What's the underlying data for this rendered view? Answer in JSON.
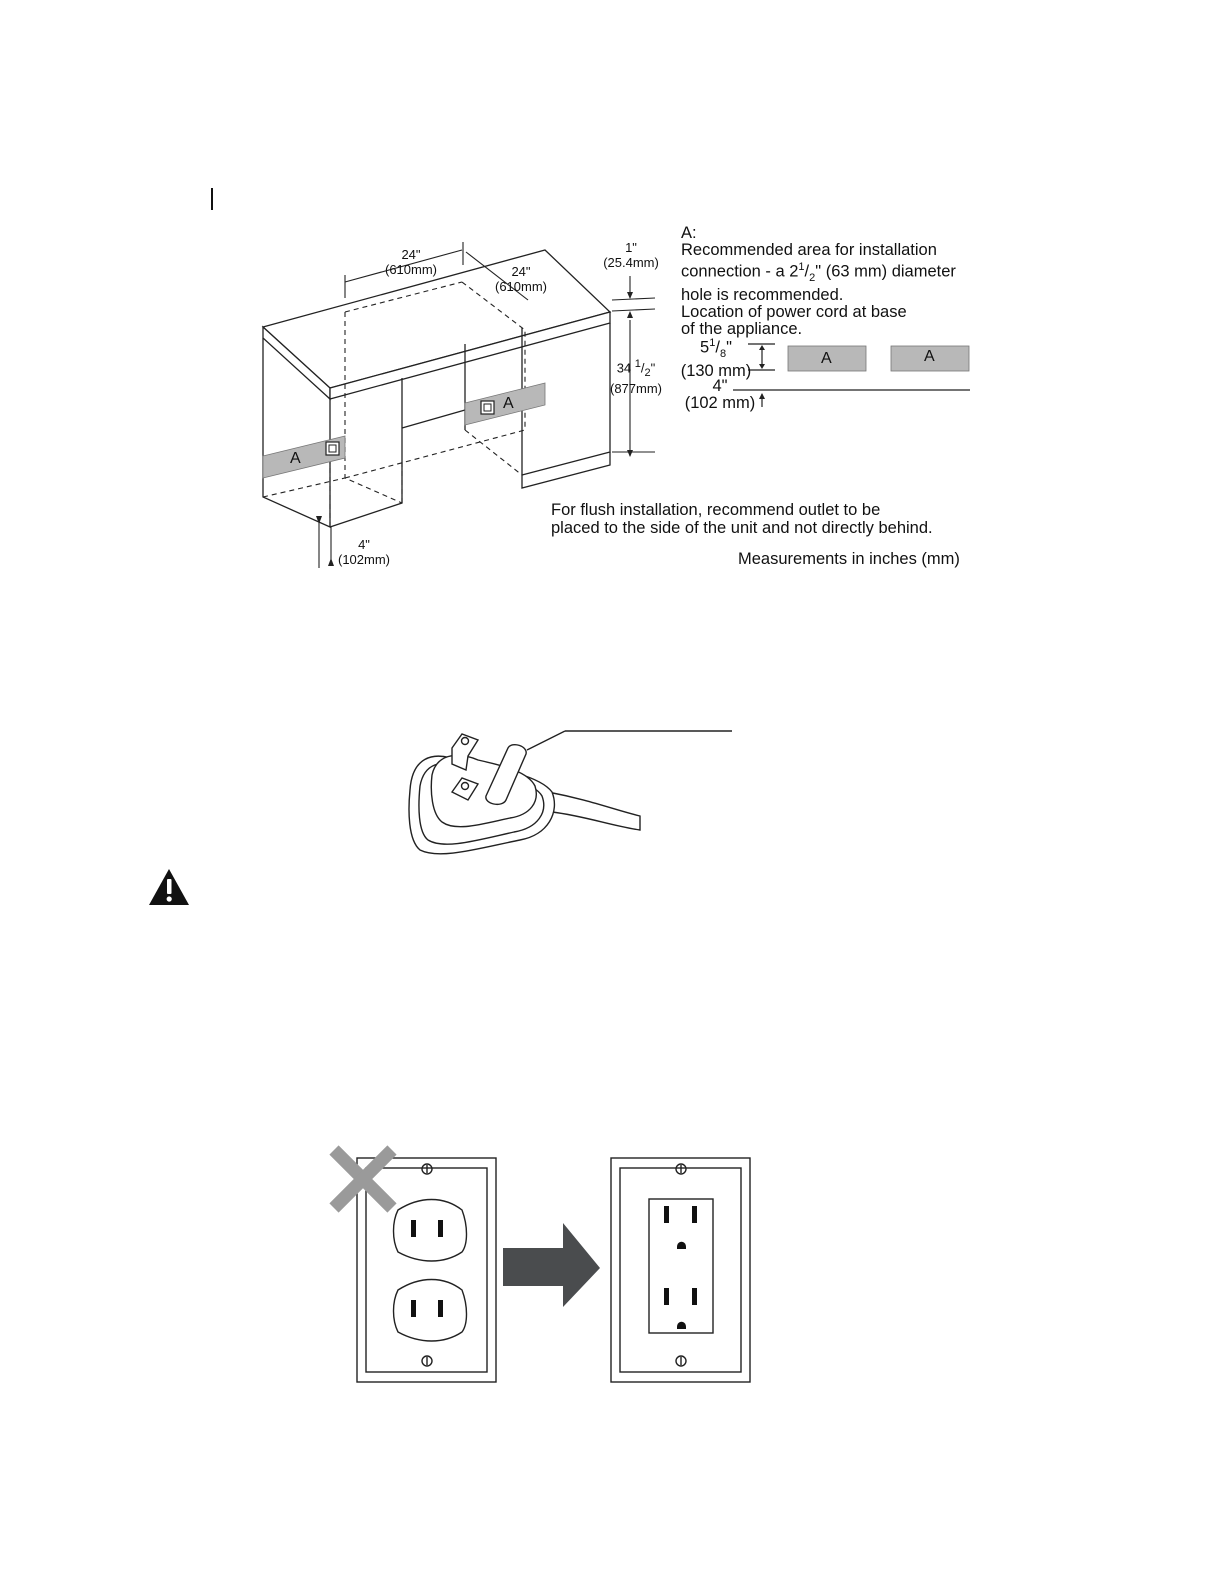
{
  "cabinet_diagram": {
    "dim_width": {
      "inch": "24\"",
      "mm": "(610mm)"
    },
    "dim_depth": {
      "inch": "24\"",
      "mm": "(610mm)"
    },
    "dim_top": {
      "inch": "1\"",
      "mm": "(25.4mm)"
    },
    "dim_height": {
      "inch_whole": "34 ",
      "inch_num": "1",
      "inch_den": "2",
      "inch_mark": "\"",
      "mm": "(877mm)"
    },
    "dim_base": {
      "inch": "4\"",
      "mm": "(102mm)"
    },
    "area_label": "A"
  },
  "legend": {
    "heading": "A:",
    "line1": "Recommended area for installation",
    "line2_pre": "connection - a 2",
    "line2_num": "1",
    "line2_den": "2",
    "line2_post": "\" (63 mm) diameter",
    "line3": "hole is recommended.",
    "line4": "Location of power cord at base",
    "line5": "of the appliance."
  },
  "detail": {
    "upper_inch_whole": "5",
    "upper_inch_num": "1",
    "upper_inch_den": "8",
    "upper_inch_mark": "\"",
    "upper_mm": "(130 mm)",
    "lower_inch": "4\"",
    "lower_mm": "(102 mm)",
    "box_label_1": "A",
    "box_label_2": "A"
  },
  "notes": {
    "flush_line1": "For flush installation, recommend outlet to be",
    "flush_line2": "placed to the side of the unit and not directly behind.",
    "measurements": "Measurements in inches (mm)"
  }
}
